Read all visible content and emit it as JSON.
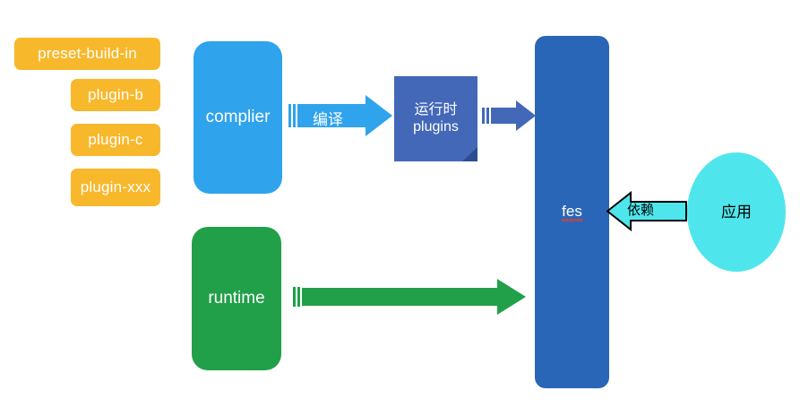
{
  "diagram": {
    "title": "fes architecture diagram",
    "background": "#ffffff",
    "colors": {
      "chip_yellow": "#f8b82c",
      "complier_blue": "#2fa3ec",
      "runtime_green": "#21a049",
      "plugins_blue": "#4368b8",
      "plugins_fold": "#2b4d93",
      "fes_blue": "#2a66b7",
      "app_cyan": "#4ee6ec",
      "depend_arrow_fill": "#4ee6ec",
      "depend_arrow_stroke": "#000000",
      "compile_arrow": "#2fa3ec",
      "plugins_arrow": "#4368b8",
      "runtime_arrow": "#21a049",
      "spellcheck_underline": "#e23b2e"
    },
    "plugin_chips": [
      {
        "label": "preset-build-in"
      },
      {
        "label": "plugin-b"
      },
      {
        "label": "plugin-c"
      },
      {
        "label": "plugin-xxx"
      }
    ],
    "nodes": {
      "complier": {
        "label": "complier"
      },
      "runtime": {
        "label": "runtime"
      },
      "runtime_plugins": {
        "line1": "运行时",
        "line2": "plugins"
      },
      "fes": {
        "label": "fes",
        "spellchecked": "true"
      },
      "application": {
        "label": "应用"
      }
    },
    "edges": [
      {
        "id": "compile",
        "label": "编译",
        "from": "complier",
        "to": "runtime_plugins",
        "direction": "right"
      },
      {
        "id": "plugins-to-fes",
        "label": "",
        "from": "runtime_plugins",
        "to": "fes",
        "direction": "right"
      },
      {
        "id": "runtime-to-fes",
        "label": "",
        "from": "runtime",
        "to": "fes",
        "direction": "right"
      },
      {
        "id": "depend",
        "label": "依赖",
        "from": "application",
        "to": "fes",
        "direction": "left"
      }
    ]
  }
}
